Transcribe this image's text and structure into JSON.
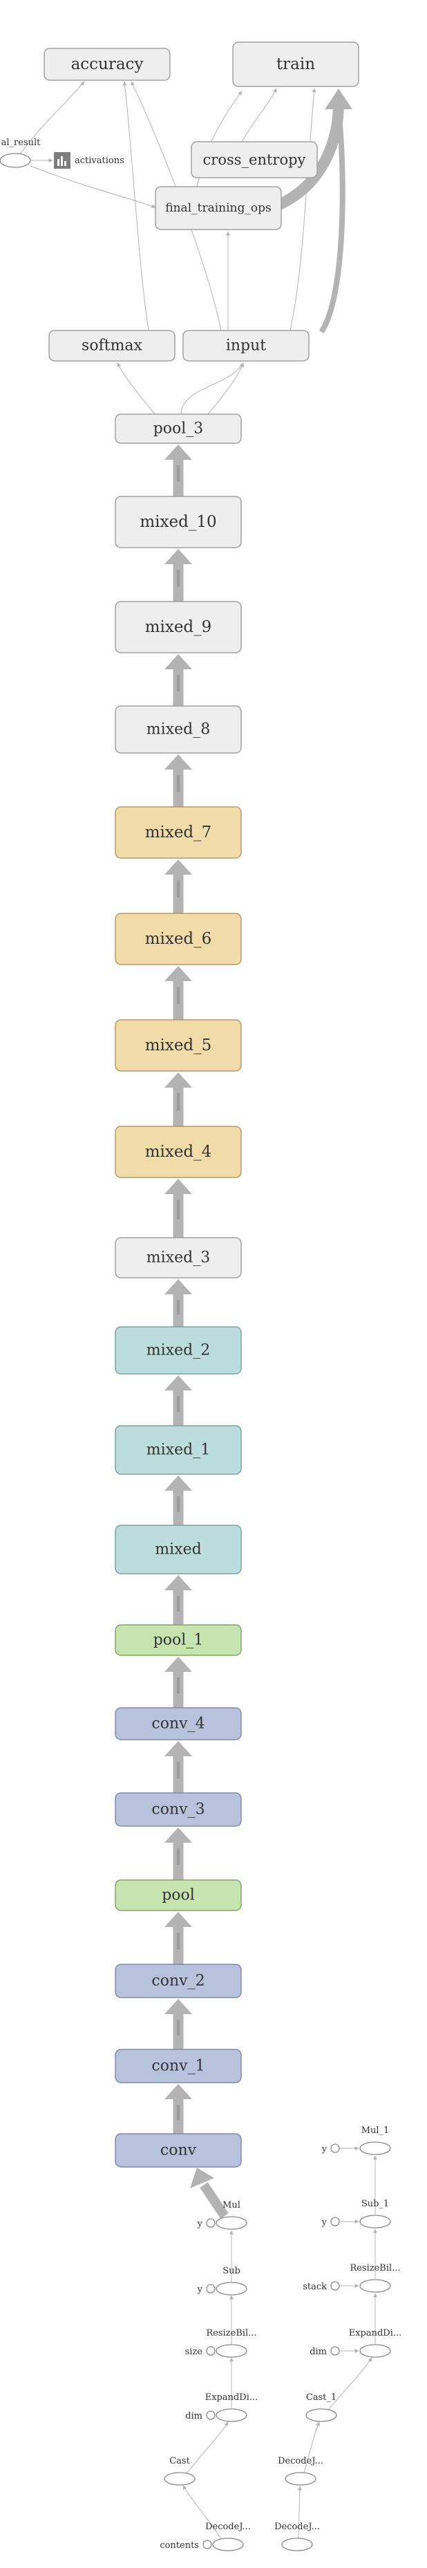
{
  "colors": {
    "grey_fill": "#eeeeee",
    "grey_stroke": "#a0a0a0",
    "orange_fill": "#f1dca9",
    "orange_stroke": "#b5986a",
    "teal_fill": "#bddcdd",
    "teal_stroke": "#7ba1a2",
    "green_fill": "#c7e4b0",
    "green_stroke": "#80a467",
    "blue_fill": "#b8c2dd",
    "blue_stroke": "#7e8bab",
    "edge": "#b3b3b3"
  },
  "top_nodes": {
    "accuracy": "accuracy",
    "train": "train",
    "cross_entropy": "cross_entropy",
    "final_training_ops": "final_training_ops",
    "softmax": "softmax",
    "input": "input",
    "final_result": "al_result",
    "activations": "activations"
  },
  "chain_nodes": [
    {
      "id": "pool_3",
      "label": "pool_3",
      "style": "grey"
    },
    {
      "id": "mixed_10",
      "label": "mixed_10",
      "style": "grey"
    },
    {
      "id": "mixed_9",
      "label": "mixed_9",
      "style": "grey"
    },
    {
      "id": "mixed_8",
      "label": "mixed_8",
      "style": "grey"
    },
    {
      "id": "mixed_7",
      "label": "mixed_7",
      "style": "orange"
    },
    {
      "id": "mixed_6",
      "label": "mixed_6",
      "style": "orange"
    },
    {
      "id": "mixed_5",
      "label": "mixed_5",
      "style": "orange"
    },
    {
      "id": "mixed_4",
      "label": "mixed_4",
      "style": "orange"
    },
    {
      "id": "mixed_3",
      "label": "mixed_3",
      "style": "grey"
    },
    {
      "id": "mixed_2",
      "label": "mixed_2",
      "style": "teal"
    },
    {
      "id": "mixed_1",
      "label": "mixed_1",
      "style": "teal"
    },
    {
      "id": "mixed",
      "label": "mixed",
      "style": "teal"
    },
    {
      "id": "pool_1",
      "label": "pool_1",
      "style": "green"
    },
    {
      "id": "conv_4",
      "label": "conv_4",
      "style": "blue"
    },
    {
      "id": "conv_3",
      "label": "conv_3",
      "style": "blue"
    },
    {
      "id": "pool",
      "label": "pool",
      "style": "green"
    },
    {
      "id": "conv_2",
      "label": "conv_2",
      "style": "blue"
    },
    {
      "id": "conv_1",
      "label": "conv_1",
      "style": "blue"
    },
    {
      "id": "conv",
      "label": "conv",
      "style": "blue"
    }
  ],
  "left_ops": [
    {
      "id": "Mul",
      "label": "Mul",
      "const": "y"
    },
    {
      "id": "Sub",
      "label": "Sub",
      "const": "y"
    },
    {
      "id": "ResizeBilinear",
      "label": "ResizeBil...",
      "const": "size"
    },
    {
      "id": "ExpandDims",
      "label": "ExpandDi...",
      "const": "dim"
    },
    {
      "id": "Cast",
      "label": "Cast",
      "const": ""
    },
    {
      "id": "DecodeJpeg",
      "label": "DecodeJ...",
      "const": "contents"
    }
  ],
  "right_ops": [
    {
      "id": "Mul_1",
      "label": "Mul_1",
      "const": "y"
    },
    {
      "id": "Sub_1",
      "label": "Sub_1",
      "const": "y"
    },
    {
      "id": "ResizeBilinear_1",
      "label": "ResizeBil...",
      "const": "stack"
    },
    {
      "id": "ExpandDims_1",
      "label": "ExpandDi...",
      "const": "dim"
    },
    {
      "id": "Cast_1",
      "label": "Cast_1",
      "const": ""
    },
    {
      "id": "DecodeJpeg_1",
      "label": "DecodeJ...",
      "const": ""
    },
    {
      "id": "DecodeJpeg_2",
      "label": "DecodeJ...",
      "const": ""
    }
  ]
}
